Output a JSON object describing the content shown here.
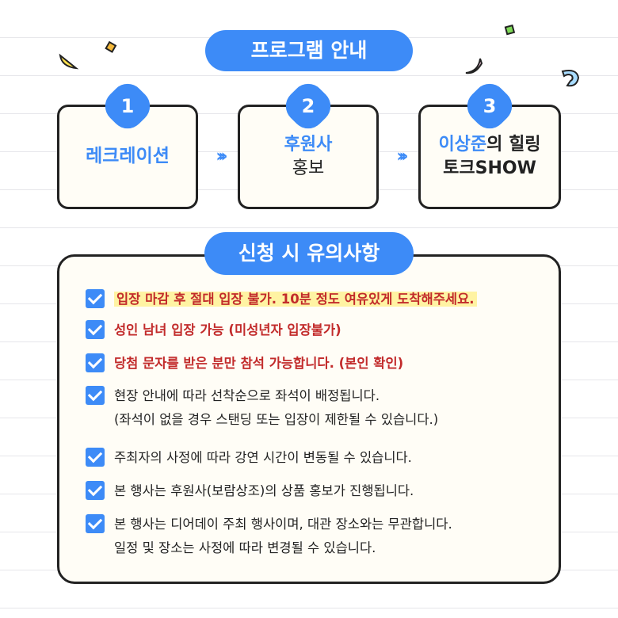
{
  "program": {
    "title": "프로그램 안내",
    "steps": [
      {
        "number": "1",
        "line1": "레크레이션",
        "line2": ""
      },
      {
        "number": "2",
        "line1": "후원사",
        "line2": "홍보"
      },
      {
        "number": "3",
        "line1_highlight": "이상준",
        "line1_rest": "의 힐링",
        "line2": "토크SHOW"
      }
    ],
    "arrow": "›››"
  },
  "notice": {
    "title": "신청 시 유의사항",
    "items": [
      {
        "text": "입장 마감 후 절대 입장 불가. 10분 정도 여유있게 도착해주세요."
      },
      {
        "text": "성인 남녀 입장 가능 (미성년자 입장불가)"
      },
      {
        "text": "당첨 문자를 받은 분만 참석 가능합니다. (본인 확인)"
      },
      {
        "line1": "현장 안내에 따라 선착순으로 좌석이 배정됩니다.",
        "line2": "(좌석이 없을 경우 스탠딩 또는 입장이 제한될 수 있습니다.)"
      },
      {
        "text": "주최자의 사정에 따라 강연 시간이 변동될 수 있습니다."
      },
      {
        "text": "본 행사는 후원사(보람상조)의 상품 홍보가 진행됩니다."
      },
      {
        "line1": "본 행사는 디어데이 주최 행사이며, 대관 장소와는 무관합니다.",
        "line2": "일정 및 장소는 사정에 따라 변경될 수 있습니다."
      }
    ]
  },
  "colors": {
    "accent": "#3d8bf7",
    "warning": "#c22b2b",
    "highlight": "#fff3a3"
  }
}
